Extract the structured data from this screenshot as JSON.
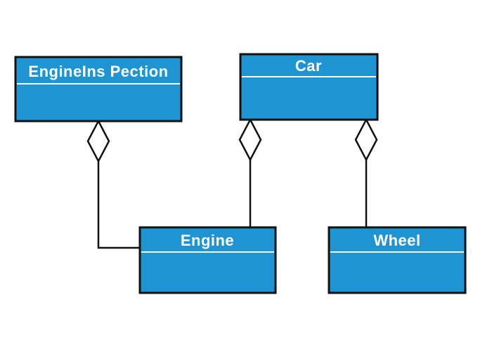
{
  "diagram": {
    "type": "uml-class-diagram",
    "classes": [
      {
        "name": "EngineIns Pection"
      },
      {
        "name": "Car"
      },
      {
        "name": "Engine"
      },
      {
        "name": "Wheel"
      }
    ],
    "relationships": [
      {
        "from": "EngineIns Pection",
        "to": "Engine",
        "type": "aggregation"
      },
      {
        "from": "Car",
        "to": "Engine",
        "type": "aggregation"
      },
      {
        "from": "Car",
        "to": "Wheel",
        "type": "aggregation"
      }
    ],
    "colors": {
      "box_fill": "#1e95d2",
      "box_stroke": "#111111",
      "title_text": "#ffffff",
      "divider": "#ffffff",
      "connector": "#111111",
      "background": "#ffffff"
    }
  }
}
